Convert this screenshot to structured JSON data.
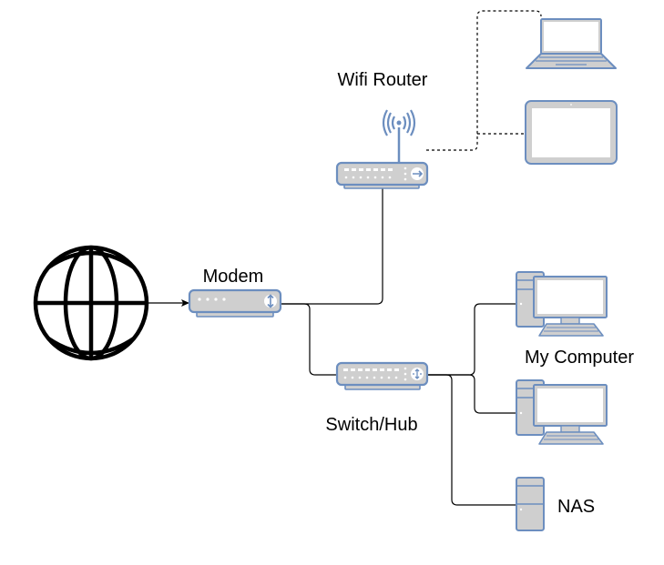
{
  "diagram": {
    "title": "Home network diagram",
    "colors": {
      "device_stroke": "#6c8ebf",
      "device_fill": "#cfcfcf",
      "line": "#000000",
      "background": "#ffffff"
    },
    "nodes": [
      {
        "id": "internet",
        "icon": "globe-icon",
        "label": ""
      },
      {
        "id": "modem",
        "icon": "modem-icon",
        "label": "Modem"
      },
      {
        "id": "wifi_router",
        "icon": "wireless-router-icon",
        "label": "Wifi Router"
      },
      {
        "id": "switch",
        "icon": "switch-icon",
        "label": "Switch/Hub"
      },
      {
        "id": "laptop",
        "icon": "laptop-icon",
        "label": ""
      },
      {
        "id": "tablet",
        "icon": "tablet-icon",
        "label": ""
      },
      {
        "id": "my_computer",
        "icon": "desktop-computer-icon",
        "label": "My Computer"
      },
      {
        "id": "computer_2",
        "icon": "desktop-computer-icon",
        "label": ""
      },
      {
        "id": "nas",
        "icon": "nas-server-icon",
        "label": "NAS"
      }
    ],
    "edges": [
      {
        "from": "internet",
        "to": "modem",
        "style": "solid",
        "arrow": true
      },
      {
        "from": "modem",
        "to": "wifi_router",
        "style": "solid",
        "arrow": false
      },
      {
        "from": "modem",
        "to": "switch",
        "style": "solid",
        "arrow": false
      },
      {
        "from": "wifi_router",
        "to": "laptop",
        "style": "dashed",
        "arrow": false
      },
      {
        "from": "wifi_router",
        "to": "tablet",
        "style": "dashed",
        "arrow": false
      },
      {
        "from": "switch",
        "to": "my_computer",
        "style": "solid",
        "arrow": false
      },
      {
        "from": "switch",
        "to": "computer_2",
        "style": "solid",
        "arrow": false
      },
      {
        "from": "switch",
        "to": "nas",
        "style": "solid",
        "arrow": false
      }
    ],
    "labels": {
      "modem": "Modem",
      "wifi_router": "Wifi Router",
      "switch": "Switch/Hub",
      "my_computer": "My Computer",
      "nas": "NAS"
    }
  }
}
